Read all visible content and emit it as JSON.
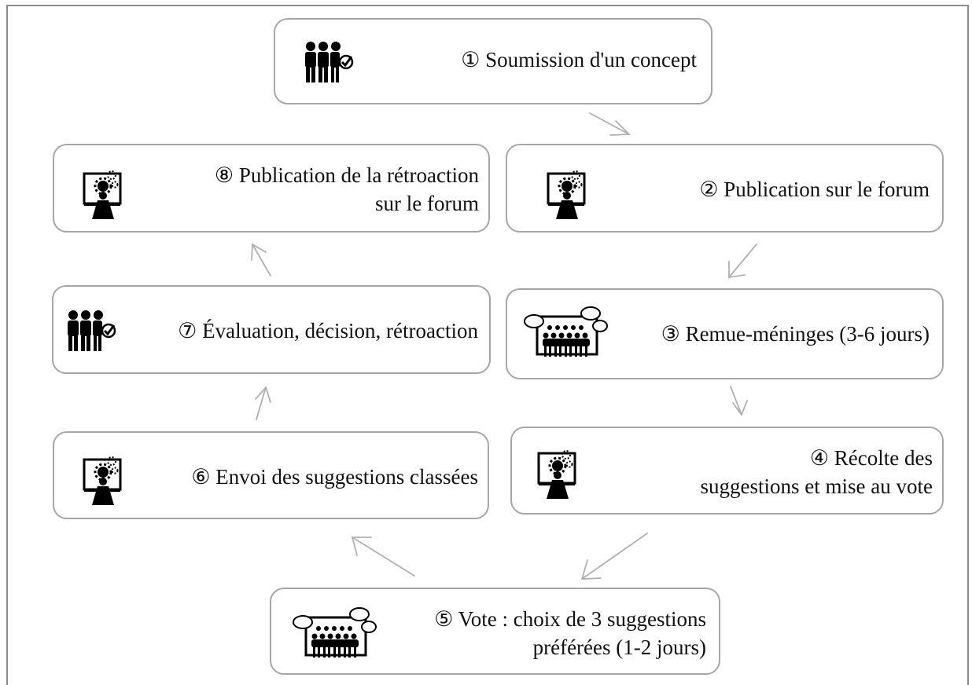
{
  "steps": {
    "s1": {
      "label": "① Soumission d'un concept",
      "icon": "team-check-icon"
    },
    "s2": {
      "label": "② Publication sur le forum",
      "icon": "computer-user-icon"
    },
    "s3": {
      "label": "③ Remue-méninges (3-6 jours)",
      "icon": "audience-icon"
    },
    "s4": {
      "label": "④ Récolte des\nsuggestions et mise au vote",
      "icon": "computer-user-icon"
    },
    "s5": {
      "label": "⑤ Vote : choix de 3 suggestions\npréférées (1-2 jours)",
      "icon": "audience-icon"
    },
    "s6": {
      "label": "⑥ Envoi des suggestions classées",
      "icon": "computer-user-icon"
    },
    "s7": {
      "label": "⑦ Évaluation, décision, rétroaction",
      "icon": "team-check-icon"
    },
    "s8": {
      "label": "⑧ Publication de la rétroaction\nsur le forum",
      "icon": "computer-user-icon"
    }
  },
  "colors": {
    "border": "#a6a6a6",
    "arrow": "#b0b0b0",
    "text": "#111111",
    "icon": "#000000"
  }
}
